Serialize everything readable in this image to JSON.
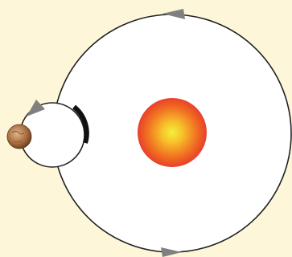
{
  "diagram": {
    "background_color": "#fdf6d8",
    "orbit_fill_color": "#ffffff",
    "orbit_stroke_color": "#222222",
    "arrow_color": "#808080",
    "highlight_arc_color": "#111111",
    "sun": {
      "icon": "sun-icon",
      "colors": [
        "#f3f03a",
        "#f7c12a",
        "#f06a22",
        "#e8402a"
      ]
    },
    "planet": {
      "icon": "planet-icon",
      "colors": [
        "#e0b48a",
        "#a56a3e",
        "#6b3d1e"
      ]
    },
    "arrows": [
      {
        "name": "orbit-direction-arrow-top",
        "direction": "left"
      },
      {
        "name": "orbit-direction-arrow-bottom",
        "direction": "right"
      },
      {
        "name": "epicycle-direction-arrow",
        "direction": "down-left"
      }
    ]
  }
}
